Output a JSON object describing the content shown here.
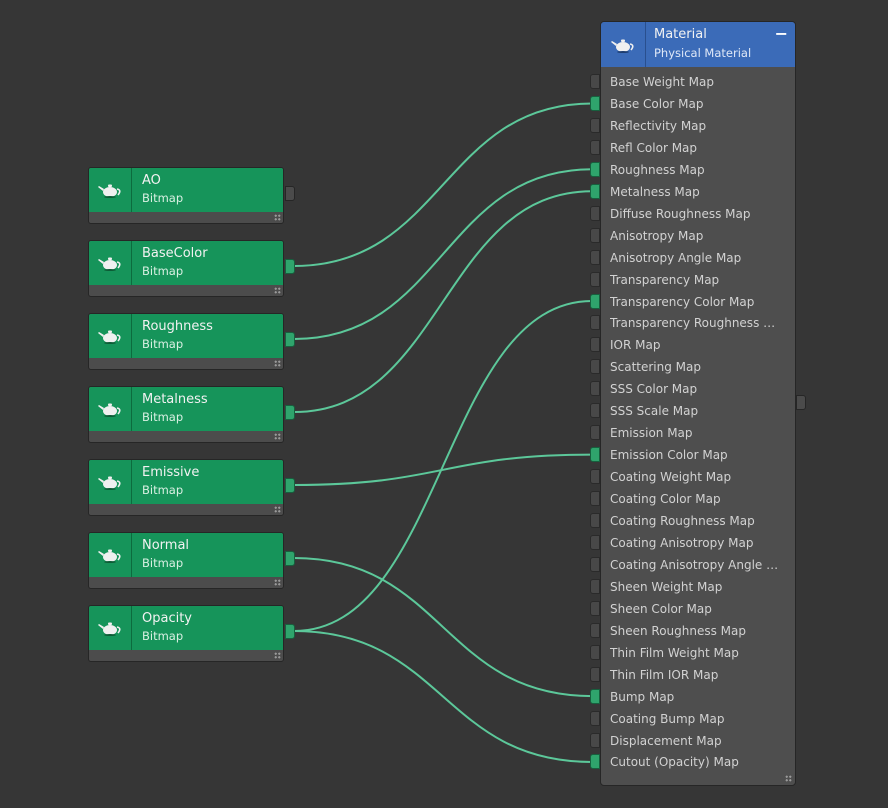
{
  "bitmap_nodes": [
    {
      "title": "AO",
      "subtitle": "Bitmap",
      "connected": false
    },
    {
      "title": "BaseColor",
      "subtitle": "Bitmap",
      "connected": true
    },
    {
      "title": "Roughness",
      "subtitle": "Bitmap",
      "connected": true
    },
    {
      "title": "Metalness",
      "subtitle": "Bitmap",
      "connected": true
    },
    {
      "title": "Emissive",
      "subtitle": "Bitmap",
      "connected": true
    },
    {
      "title": "Normal",
      "subtitle": "Bitmap",
      "connected": true
    },
    {
      "title": "Opacity",
      "subtitle": "Bitmap",
      "connected": true
    }
  ],
  "material": {
    "title": "Material",
    "subtitle": "Physical Material",
    "collapse_symbol": "−",
    "inputs": [
      {
        "label": "Base Weight Map",
        "connected": false
      },
      {
        "label": "Base Color Map",
        "connected": true
      },
      {
        "label": "Reflectivity Map",
        "connected": false
      },
      {
        "label": "Refl Color Map",
        "connected": false
      },
      {
        "label": "Roughness Map",
        "connected": true
      },
      {
        "label": "Metalness Map",
        "connected": true
      },
      {
        "label": "Diffuse Roughness Map",
        "connected": false
      },
      {
        "label": "Anisotropy Map",
        "connected": false
      },
      {
        "label": "Anisotropy Angle Map",
        "connected": false
      },
      {
        "label": "Transparency Map",
        "connected": false
      },
      {
        "label": "Transparency Color Map",
        "connected": true
      },
      {
        "label": "Transparency Roughness Map",
        "connected": false
      },
      {
        "label": "IOR Map",
        "connected": false
      },
      {
        "label": "Scattering Map",
        "connected": false
      },
      {
        "label": "SSS Color Map",
        "connected": false
      },
      {
        "label": "SSS Scale Map",
        "connected": false
      },
      {
        "label": "Emission Map",
        "connected": false
      },
      {
        "label": "Emission Color Map",
        "connected": true
      },
      {
        "label": "Coating Weight Map",
        "connected": false
      },
      {
        "label": "Coating Color Map",
        "connected": false
      },
      {
        "label": "Coating Roughness Map",
        "connected": false
      },
      {
        "label": "Coating Anisotropy Map",
        "connected": false
      },
      {
        "label": "Coating Anisotropy Angle Map",
        "connected": false
      },
      {
        "label": "Sheen Weight Map",
        "connected": false
      },
      {
        "label": "Sheen Color Map",
        "connected": false
      },
      {
        "label": "Sheen Roughness Map",
        "connected": false
      },
      {
        "label": "Thin Film Weight Map",
        "connected": false
      },
      {
        "label": "Thin Film IOR Map",
        "connected": false
      },
      {
        "label": "Bump Map",
        "connected": true
      },
      {
        "label": "Coating Bump Map",
        "connected": false
      },
      {
        "label": "Displacement Map",
        "connected": false
      },
      {
        "label": "Cutout (Opacity) Map",
        "connected": true
      }
    ]
  },
  "connections": [
    {
      "from": "BaseColor",
      "to": "Base Color Map"
    },
    {
      "from": "Roughness",
      "to": "Roughness Map"
    },
    {
      "from": "Metalness",
      "to": "Metalness Map"
    },
    {
      "from": "Opacity",
      "to": "Transparency Color Map"
    },
    {
      "from": "Emissive",
      "to": "Emission Color Map"
    },
    {
      "from": "Normal",
      "to": "Bump Map"
    },
    {
      "from": "Opacity",
      "to": "Cutout (Opacity) Map"
    }
  ],
  "icons": {
    "node_icon": "teapot-icon",
    "resize": "resize-grip-icon"
  },
  "colors": {
    "bitmap_header": "#16945a",
    "material_header": "#3b6bb8",
    "wire": "#5cc89a",
    "background": "#363636"
  }
}
